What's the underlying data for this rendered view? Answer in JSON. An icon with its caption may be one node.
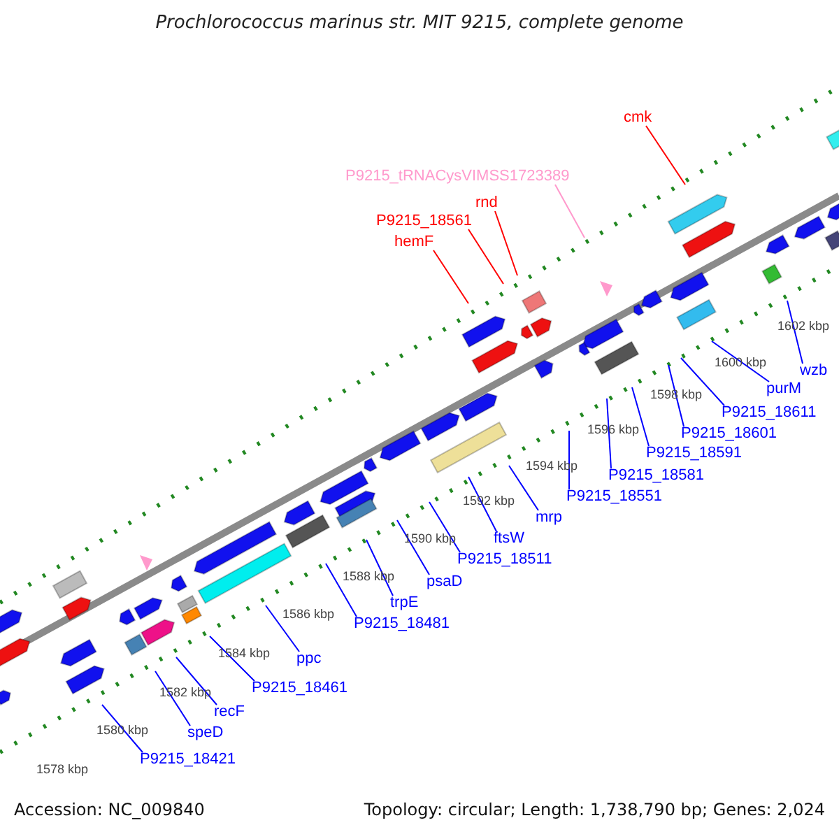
{
  "diagram": {
    "title": "Prochlorococcus marinus str. MIT 9215, complete genome",
    "nodes": [
      {
        "text": [
          "cmk"
        ]
      },
      {
        "text": [
          "P9215_tRNACysVIMSS1723389"
        ]
      },
      {
        "text": [
          "rnd"
        ]
      },
      {
        "text": [
          "P9215_18561"
        ]
      },
      {
        "text": [
          "hemF"
        ]
      },
      {
        "text": [
          "wzb"
        ]
      },
      {
        "text": [
          "purM"
        ]
      },
      {
        "text": [
          "P9215_18611"
        ]
      },
      {
        "text": [
          "P9215_18601"
        ]
      },
      {
        "text": [
          "P9215_18591"
        ]
      },
      {
        "text": [
          "P9215_18581"
        ]
      },
      {
        "text": [
          "P9215_18551"
        ]
      },
      {
        "text": [
          "mrp"
        ]
      },
      {
        "text": [
          "ftsW"
        ]
      },
      {
        "text": [
          "P9215_18511"
        ]
      },
      {
        "text": [
          "psaD"
        ]
      },
      {
        "text": [
          "trpE"
        ]
      },
      {
        "text": [
          "P9215_18481"
        ]
      },
      {
        "text": [
          "ppc"
        ]
      },
      {
        "text": [
          "P9215_18461"
        ]
      },
      {
        "text": [
          "recF"
        ]
      },
      {
        "text": [
          "speD"
        ]
      },
      {
        "text": [
          "P9215_18421"
        ]
      }
    ],
    "edges": [
      {
        "from": 0,
        "to": null,
        "arrow": "none",
        "color": "#ff0000"
      },
      {
        "from": 1,
        "to": null,
        "arrow": "none",
        "color": "#ff99cc"
      },
      {
        "from": 2,
        "to": null,
        "arrow": "none",
        "color": "#ff0000"
      },
      {
        "from": 3,
        "to": null,
        "arrow": "none",
        "color": "#ff0000"
      },
      {
        "from": 4,
        "to": null,
        "arrow": "none",
        "color": "#ff0000"
      },
      {
        "from": 5,
        "to": null,
        "arrow": "none"
      },
      {
        "from": 6,
        "to": null,
        "arrow": "none"
      },
      {
        "from": 7,
        "to": null,
        "arrow": "none"
      },
      {
        "from": 8,
        "to": null,
        "arrow": "none"
      },
      {
        "from": 9,
        "to": null,
        "arrow": "none"
      },
      {
        "from": 10,
        "to": null,
        "arrow": "none"
      },
      {
        "from": 11,
        "to": null,
        "arrow": "none"
      },
      {
        "from": 12,
        "to": null,
        "arrow": "none"
      },
      {
        "from": 13,
        "to": null,
        "arrow": "none"
      },
      {
        "from": 14,
        "to": null,
        "arrow": "none"
      },
      {
        "from": 15,
        "to": null,
        "arrow": "none"
      },
      {
        "from": 16,
        "to": null,
        "arrow": "none"
      },
      {
        "from": 17,
        "to": null,
        "arrow": "none"
      },
      {
        "from": 18,
        "to": null,
        "arrow": "none"
      },
      {
        "from": 19,
        "to": null,
        "arrow": "none"
      },
      {
        "from": 20,
        "to": null,
        "arrow": "none"
      },
      {
        "from": 21,
        "to": null,
        "arrow": "none"
      },
      {
        "from": 22,
        "to": null,
        "arrow": "none"
      }
    ],
    "labels": [
      "1602 kbp",
      "1600 kbp",
      "1598 kbp",
      "1596 kbp",
      "1594 kbp",
      "1592 kbp",
      "1590 kbp",
      "1588 kbp",
      "1586 kbp",
      "1584 kbp",
      "1582 kbp",
      "1580 kbp",
      "1578 kbp",
      "Accession: NC_009840",
      "Topology: circular; Length: 1,738,790 bp; Genes: 2,024"
    ]
  }
}
